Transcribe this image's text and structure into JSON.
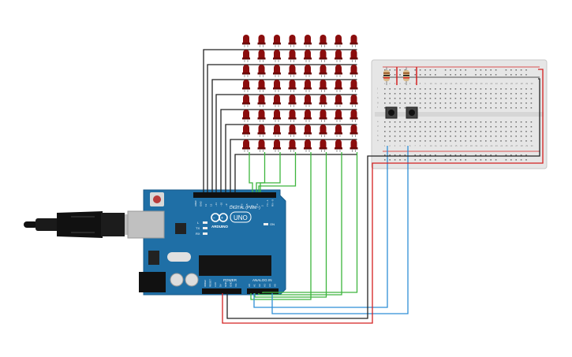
{
  "board": {
    "logo": "ARDUINO",
    "model": "UNO",
    "label_digital": "DIGITAL (PWM~)",
    "label_power": "POWER",
    "label_analog": "ANALOG IN",
    "label_on": "ON",
    "label_l": "L",
    "label_tx": "TX",
    "label_rx": "RX",
    "header_top_labels": [
      "AREF",
      "GND",
      "13",
      "12",
      "~11",
      "~10",
      "~9",
      "8",
      "7",
      "~6",
      "~5",
      "4",
      "~3",
      "2",
      "TX→1",
      "RX←0"
    ],
    "header_power_labels": [
      "IOREF",
      "RESET",
      "3.3V",
      "5V",
      "GND",
      "GND",
      "Vin"
    ],
    "header_analog_labels": [
      "A0",
      "A1",
      "A2",
      "A3",
      "A4",
      "A5"
    ]
  },
  "led_matrix": {
    "rows": 8,
    "cols": 8,
    "led_color": "#8b0d0d"
  },
  "breadboard": {
    "column_numbers": [
      "1",
      "2",
      "3",
      "4",
      "5",
      "6",
      "7",
      "8",
      "9",
      "10",
      "11",
      "12",
      "13",
      "14",
      "15",
      "16",
      "17",
      "18",
      "19",
      "20",
      "21",
      "22",
      "23",
      "24",
      "25",
      "26",
      "27",
      "28",
      "29",
      "30"
    ],
    "row_letters_top": [
      "j",
      "i",
      "h",
      "g",
      "f"
    ],
    "row_letters_bottom": [
      "e",
      "d",
      "c",
      "b",
      "a"
    ]
  },
  "colors": {
    "board": "#1f6fa6",
    "wire_black": "#222222",
    "wire_green": "#3db53d",
    "wire_blue": "#2f8fd6",
    "wire_red": "#d42020"
  }
}
